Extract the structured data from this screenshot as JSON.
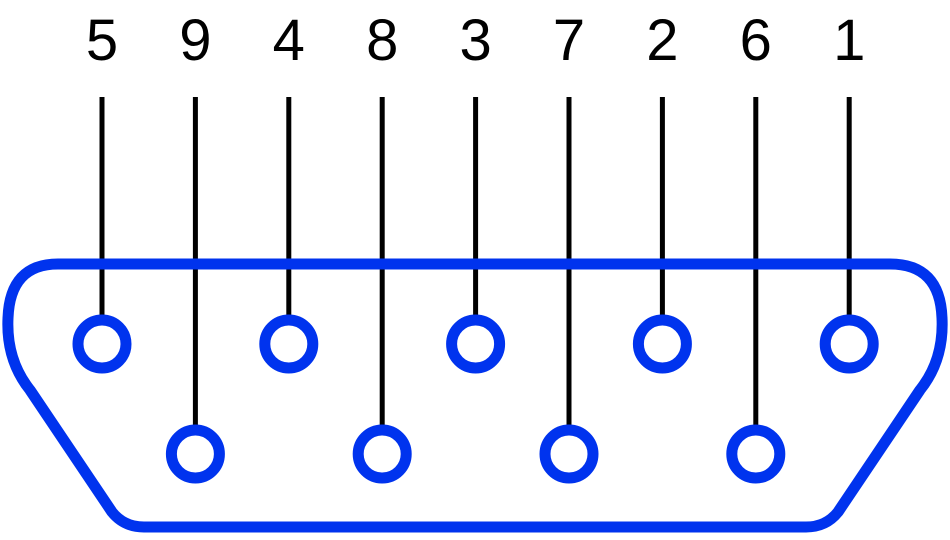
{
  "connector": {
    "color": "#0033EE",
    "row_top": [
      {
        "pin": "5",
        "icon": "pin-circle"
      },
      {
        "pin": "4",
        "icon": "pin-circle"
      },
      {
        "pin": "3",
        "icon": "pin-circle"
      },
      {
        "pin": "2",
        "icon": "pin-circle"
      },
      {
        "pin": "1",
        "icon": "pin-circle"
      }
    ],
    "row_bottom": [
      {
        "pin": "9",
        "icon": "pin-circle"
      },
      {
        "pin": "8",
        "icon": "pin-circle"
      },
      {
        "pin": "7",
        "icon": "pin-circle"
      },
      {
        "pin": "6",
        "icon": "pin-circle"
      }
    ]
  },
  "labels": [
    "5",
    "9",
    "4",
    "8",
    "3",
    "7",
    "2",
    "6",
    "1"
  ],
  "lead_color": "#000000"
}
